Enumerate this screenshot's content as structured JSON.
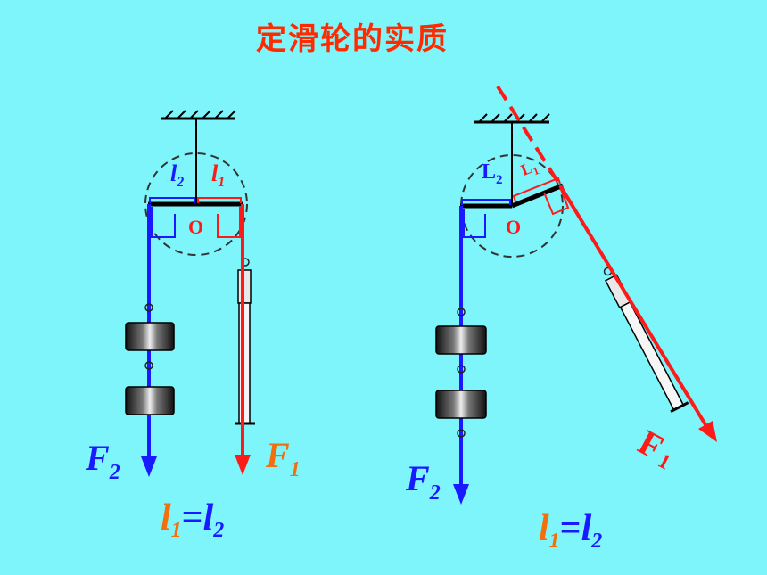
{
  "title": "定滑轮的实质",
  "colors": {
    "background": "#7df5fb",
    "title": "#ff2a00",
    "blue": "#1a1aff",
    "red": "#ff1a1a",
    "orange": "#f07010"
  },
  "left": {
    "pivot": "O",
    "arm_l2": "l",
    "arm_l2_sub": "2",
    "arm_l1": "l",
    "arm_l1_sub": "1",
    "force_f2": "F",
    "force_f2_sub": "2",
    "force_f1": "F",
    "force_f1_sub": "1",
    "eq_a": "l",
    "eq_a_sub": "1",
    "eq_op": "=",
    "eq_b": "l",
    "eq_b_sub": "2"
  },
  "right": {
    "pivot": "O",
    "arm_l2": "L",
    "arm_l2_sub": "2",
    "arm_l1": "L",
    "arm_l1_sub": "1",
    "force_f2": "F",
    "force_f2_sub": "2",
    "force_f1": "F",
    "force_f1_sub": "1",
    "eq_a": "l",
    "eq_a_sub": "1",
    "eq_op": "=",
    "eq_b": "l",
    "eq_b_sub": "2"
  }
}
